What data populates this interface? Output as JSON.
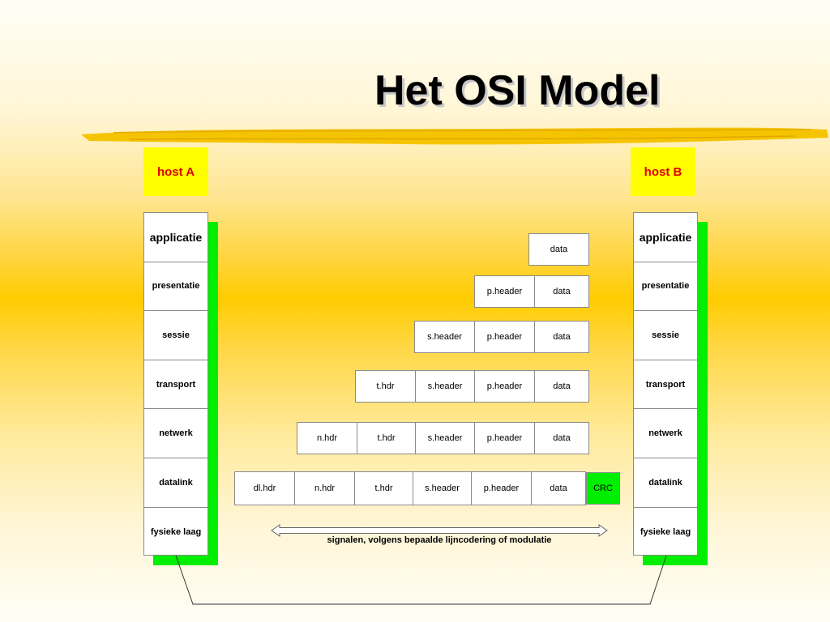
{
  "title": "Het OSI Model",
  "colors": {
    "host_box": "#ffff00",
    "host_text": "#e00000",
    "shadow_green": "#00ee00",
    "crc_green": "#00ee00",
    "background_band": "#ffcc00"
  },
  "host_a": {
    "label": "host A",
    "layers": [
      "applicatie",
      "presentatie",
      "sessie",
      "transport",
      "netwerk",
      "datalink",
      "fysieke laag"
    ]
  },
  "host_b": {
    "label": "host B",
    "layers": [
      "applicatie",
      "presentatie",
      "sessie",
      "transport",
      "netwerk",
      "datalink",
      "fysieke laag"
    ]
  },
  "encapsulation": [
    {
      "cells": [
        "data"
      ]
    },
    {
      "cells": [
        "p.header",
        "data"
      ]
    },
    {
      "cells": [
        "s.header",
        "p.header",
        "data"
      ]
    },
    {
      "cells": [
        "t.hdr",
        "s.header",
        "p.header",
        "data"
      ]
    },
    {
      "cells": [
        "n.hdr",
        "t.hdr",
        "s.header",
        "p.header",
        "data"
      ]
    },
    {
      "cells": [
        "dl.hdr",
        "n.hdr",
        "t.hdr",
        "s.header",
        "p.header",
        "data"
      ]
    }
  ],
  "crc": "CRC",
  "signal_label": "signalen, volgens bepaalde lijncodering of modulatie"
}
